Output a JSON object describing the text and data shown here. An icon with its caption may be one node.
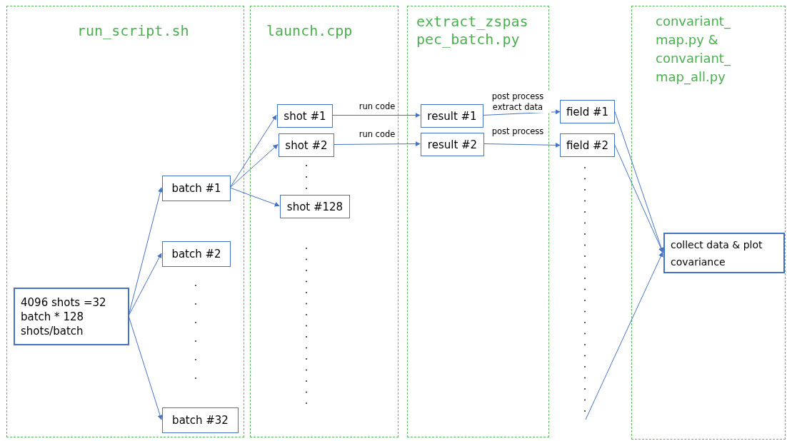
{
  "diagram": {
    "nodes": [
      {
        "text": [
          "run_script.sh"
        ]
      },
      {
        "text": [
          "launch.cpp"
        ]
      },
      {
        "text": [
          "extract_zspas pec_batch.py"
        ]
      },
      {
        "text": [
          "convariant_ map.py & convariant_ map_all.py"
        ]
      },
      {
        "text": [
          "4096 shots =32 batch * 128 shots/batch"
        ],
        "in": 0
      },
      {
        "text": [
          "batch #1"
        ],
        "in": 0
      },
      {
        "text": [
          "batch #2"
        ],
        "in": 0
      },
      {
        "text": [
          "batch #32"
        ],
        "in": 0
      },
      {
        "text": [
          "shot #1"
        ],
        "in": 1
      },
      {
        "text": [
          "shot #2"
        ],
        "in": 1
      },
      {
        "text": [
          "shot #128"
        ],
        "in": 1
      },
      {
        "text": [
          "result #1"
        ],
        "in": 2
      },
      {
        "text": [
          "result #2"
        ],
        "in": 2
      },
      {
        "text": [
          "field #1"
        ]
      },
      {
        "text": [
          "field #2"
        ]
      },
      {
        "text": [
          "collect data & plot covariance"
        ],
        "in": 3
      }
    ],
    "edges": [
      {
        "from": 4,
        "to": 5,
        "arrow": "to"
      },
      {
        "from": 4,
        "to": 6,
        "arrow": "to"
      },
      {
        "from": 4,
        "to": 7,
        "arrow": "to"
      },
      {
        "from": 5,
        "to": 8,
        "arrow": "to"
      },
      {
        "from": 5,
        "to": 9,
        "arrow": "to"
      },
      {
        "from": 5,
        "to": 10,
        "arrow": "to"
      },
      {
        "from": 8,
        "to": 11,
        "label": "run code",
        "arrow": "to"
      },
      {
        "from": 9,
        "to": 12,
        "label": "run code",
        "arrow": "to"
      },
      {
        "from": 11,
        "to": 13,
        "label": "post process extract data",
        "arrow": "to"
      },
      {
        "from": 12,
        "to": 14,
        "label": "post process",
        "arrow": "to"
      },
      {
        "from": 13,
        "to": 15,
        "arrow": "to"
      },
      {
        "from": 14,
        "to": 15,
        "arrow": "to"
      },
      {
        "from": null,
        "to": 15,
        "arrow": "to"
      }
    ]
  }
}
